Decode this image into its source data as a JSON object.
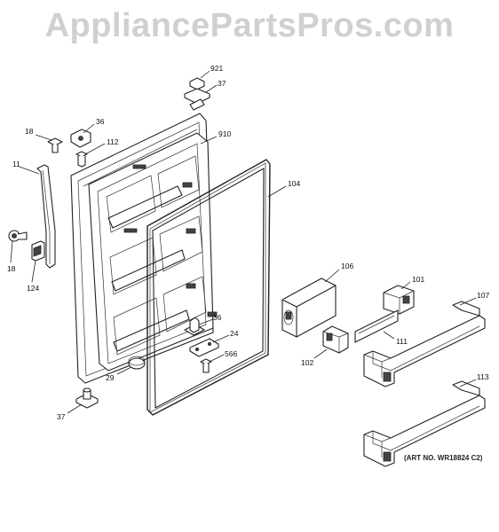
{
  "watermark": "AppliancePartsPros.com",
  "art_number": "(ART NO. WR18824 C2)",
  "callouts": {
    "c921": "921",
    "c37_top": "37",
    "c36_top": "36",
    "c18_top": "18",
    "c112": "112",
    "c910": "910",
    "c11": "11",
    "c104": "104",
    "c18_bottom": "18",
    "c124": "124",
    "c106": "106",
    "c101": "101",
    "c107": "107",
    "c36_mid": "36",
    "c24": "24",
    "c566": "566",
    "c111": "111",
    "c102": "102",
    "c29": "29",
    "c113": "113",
    "c37_bottom": "37"
  }
}
